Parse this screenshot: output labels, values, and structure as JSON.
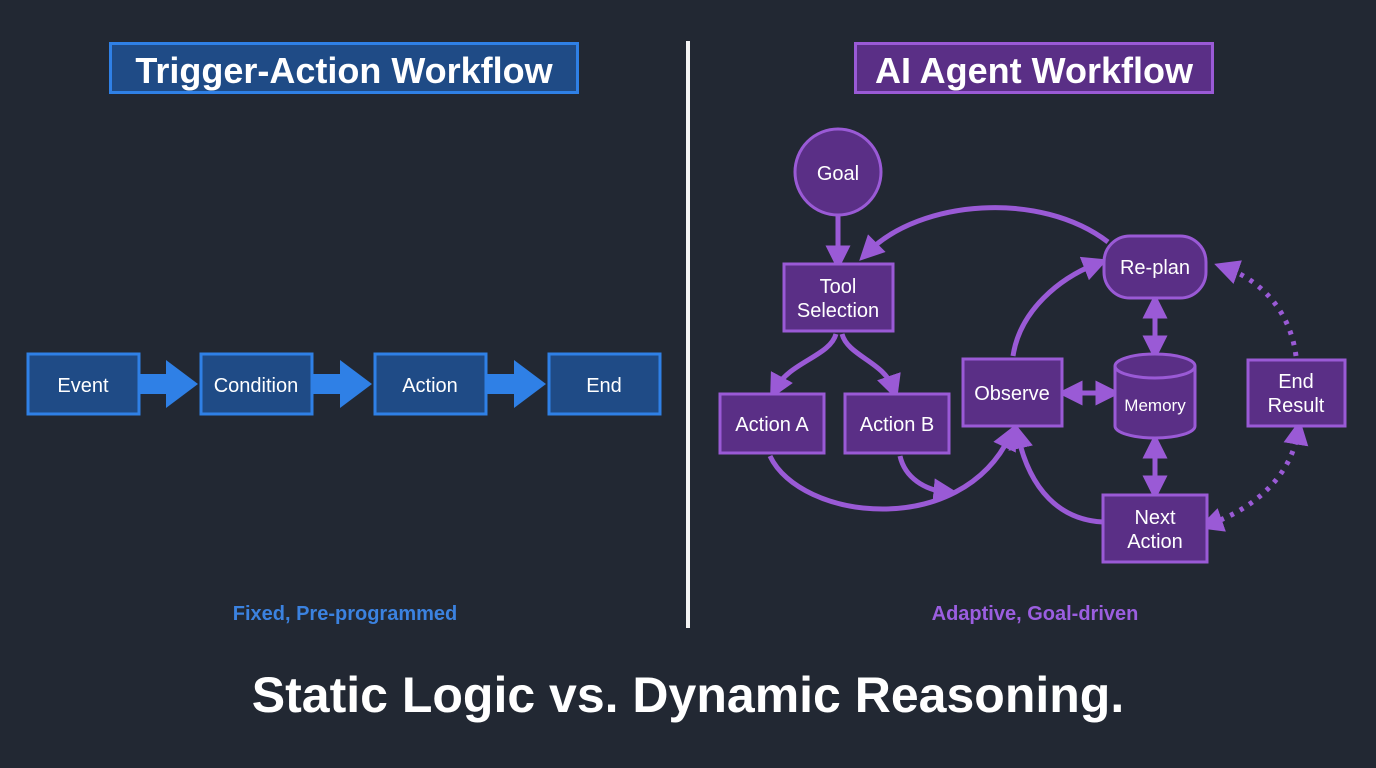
{
  "left": {
    "title": "Trigger-Action Workflow",
    "caption": "Fixed, Pre-programmed",
    "nodes": [
      "Event",
      "Condition",
      "Action",
      "End"
    ]
  },
  "right": {
    "title": "AI Agent Workflow",
    "caption": "Adaptive, Goal-driven",
    "nodes": {
      "goal": "Goal",
      "tool_selection": [
        "Tool",
        "Selection"
      ],
      "action_a": "Action A",
      "action_b": "Action B",
      "observe": "Observe",
      "memory": "Memory",
      "replan": "Re-plan",
      "next_action": [
        "Next",
        "Action"
      ],
      "end_result": [
        "End",
        "Result"
      ]
    }
  },
  "footer": {
    "title": "Static Logic vs. Dynamic Reasoning."
  },
  "colors": {
    "background": "#222833",
    "blue_fill": "#1f4b86",
    "blue_stroke": "#2f80e6",
    "purple_fill": "#5a2f86",
    "purple_stroke": "#9a5ad6"
  }
}
